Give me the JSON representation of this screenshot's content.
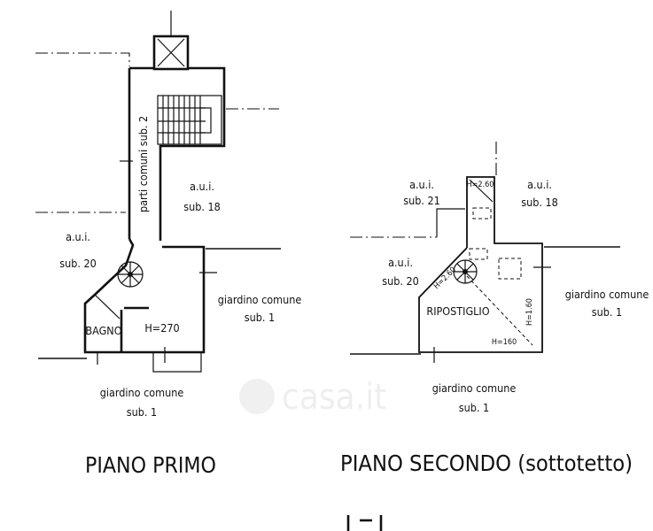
{
  "plan_first": {
    "title": "PIANO PRIMO",
    "common_parts": "parti comuni sub. 2",
    "unit_18": {
      "line1": "a.u.i.",
      "line2": "sub. 18"
    },
    "unit_20": {
      "line1": "a.u.i.",
      "line2": "sub. 20"
    },
    "garden_right": {
      "line1": "giardino comune",
      "line2": "sub. 1"
    },
    "garden_bottom": {
      "line1": "giardino comune",
      "line2": "sub. 1"
    },
    "bathroom": "BAGNO",
    "height": "H=270"
  },
  "plan_second": {
    "title": "PIANO SECONDO (sottotetto)",
    "unit_21": {
      "line1": "a.u.i.",
      "line2": "sub. 21"
    },
    "unit_18": {
      "line1": "a.u.i.",
      "line2": "sub. 18"
    },
    "unit_20": {
      "line1": "a.u.i.",
      "line2": "sub. 20"
    },
    "garden_right": {
      "line1": "giardino comune",
      "line2": "sub. 1"
    },
    "garden_bottom": {
      "line1": "giardino comune",
      "line2": "sub. 1"
    },
    "storage": "RIPOSTIGLIO",
    "height_top": "H=2.60",
    "height_diag": "H=2.60",
    "height_side": "H=1.60",
    "height_bottom": "H=160"
  },
  "watermark": "casa.it"
}
